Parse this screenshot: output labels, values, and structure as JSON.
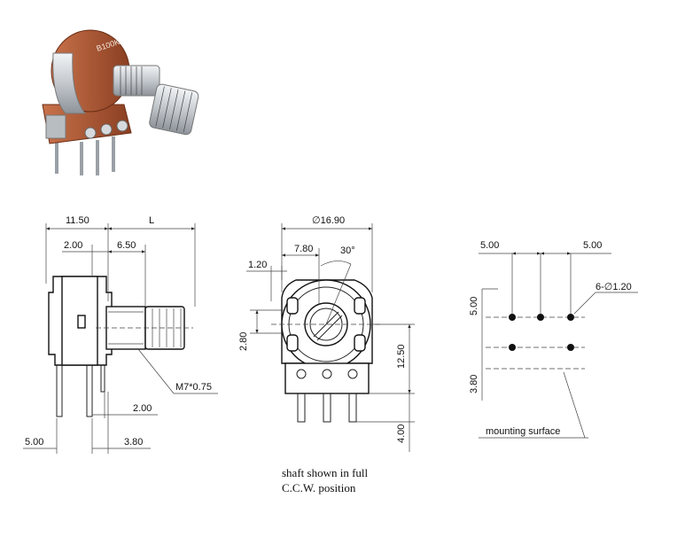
{
  "product": {
    "body_marking": "B100K"
  },
  "side_view": {
    "dim_body_length": "11.50",
    "dim_shaft_length": "L",
    "dim_bushing_offset": "2.00",
    "dim_bushing_length": "6.50",
    "thread_callout": "M7*0.75",
    "dim_terminal_offset": "2.00",
    "dim_pin_spacing": "5.00",
    "dim_pin_offset": "3.80"
  },
  "front_view": {
    "dim_diameter": "∅16.90",
    "dim_flat_width": "7.80",
    "dim_angle": "30°",
    "dim_slot": "1.20",
    "dim_shaft_center": "2.80",
    "dim_height": "12.50",
    "dim_pin_length": "4.00"
  },
  "pcb_layout": {
    "dim_pitch_left": "5.00",
    "dim_pitch_right": "5.00",
    "dim_row_spacing": "5.00",
    "dim_to_surface": "3.80",
    "hole_callout": "6-∅1.20",
    "mounting_label": "mounting surface"
  },
  "caption": {
    "line1": "shaft shown in full",
    "line2": "C.C.W. position"
  },
  "colors": {
    "body_brown": "#a5512f",
    "metal": "#c8ccd0",
    "line": "#222222"
  },
  "icons": [
    "potentiometer-render"
  ]
}
